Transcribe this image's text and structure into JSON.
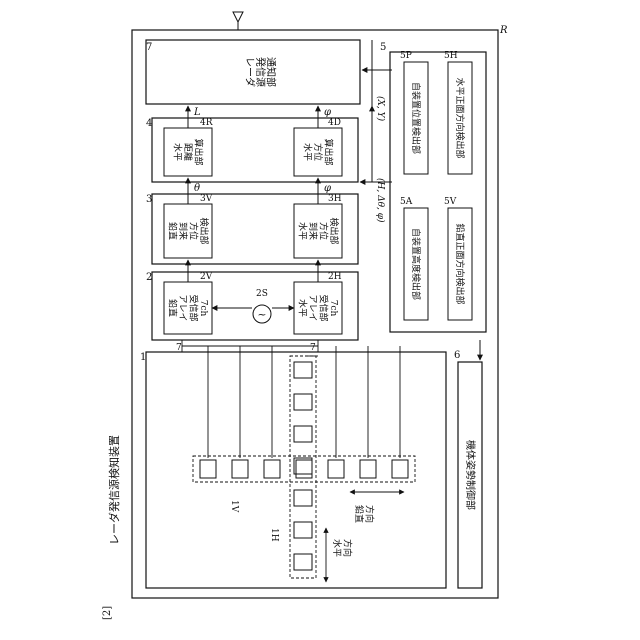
{
  "figure_label": "[2]",
  "apparatus_title": "レーダ発信源検知装置",
  "ref": {
    "apparatus": "R",
    "array": "1",
    "receivers": "2",
    "arrival_det": "3",
    "calc": "4",
    "sensors": "5",
    "attitude": "6",
    "notify": "7",
    "vertical_array": "1V",
    "horizontal_array": "1H",
    "rx_v": "2V",
    "rx_h": "2H",
    "osc": "2S",
    "det_v": "3V",
    "det_h": "3H",
    "calc_r": "4R",
    "calc_d": "4D",
    "pos": "5P",
    "alt": "5A",
    "hfront": "5H",
    "vfront": "5V"
  },
  "blocks": {
    "notify": "レーダ\n発信源\n通知部",
    "range_calc": "水平\n距離\n算出部",
    "azimuth_calc": "水平\n方位\n算出部",
    "det_v": "鉛直\n到来\n方位\n検出部",
    "det_h": "水平\n到来\n方位\n検出部",
    "rx_v": "鉛直\nアレイ\n受信部\n7ch",
    "rx_h": "水平\nアレイ\n受信部\n7ch",
    "pos": "自装置位置検出部",
    "hfront": "水平正面方向検出部",
    "alt": "自装置高度検出部",
    "vfront": "鉛直正面方向検出部",
    "attitude": "機体姿勢制御部"
  },
  "signals": {
    "L": "L",
    "phi_top": "φ",
    "theta": "θ",
    "phi_mid": "φ",
    "XY": "(X, Y)",
    "H_dtheta_phi": "(H, Δθ, φ)",
    "ch_v": "7",
    "ch_h": "7"
  },
  "directions": {
    "vertical": "鉛直\n方向",
    "horizontal": "水平\n方向"
  }
}
